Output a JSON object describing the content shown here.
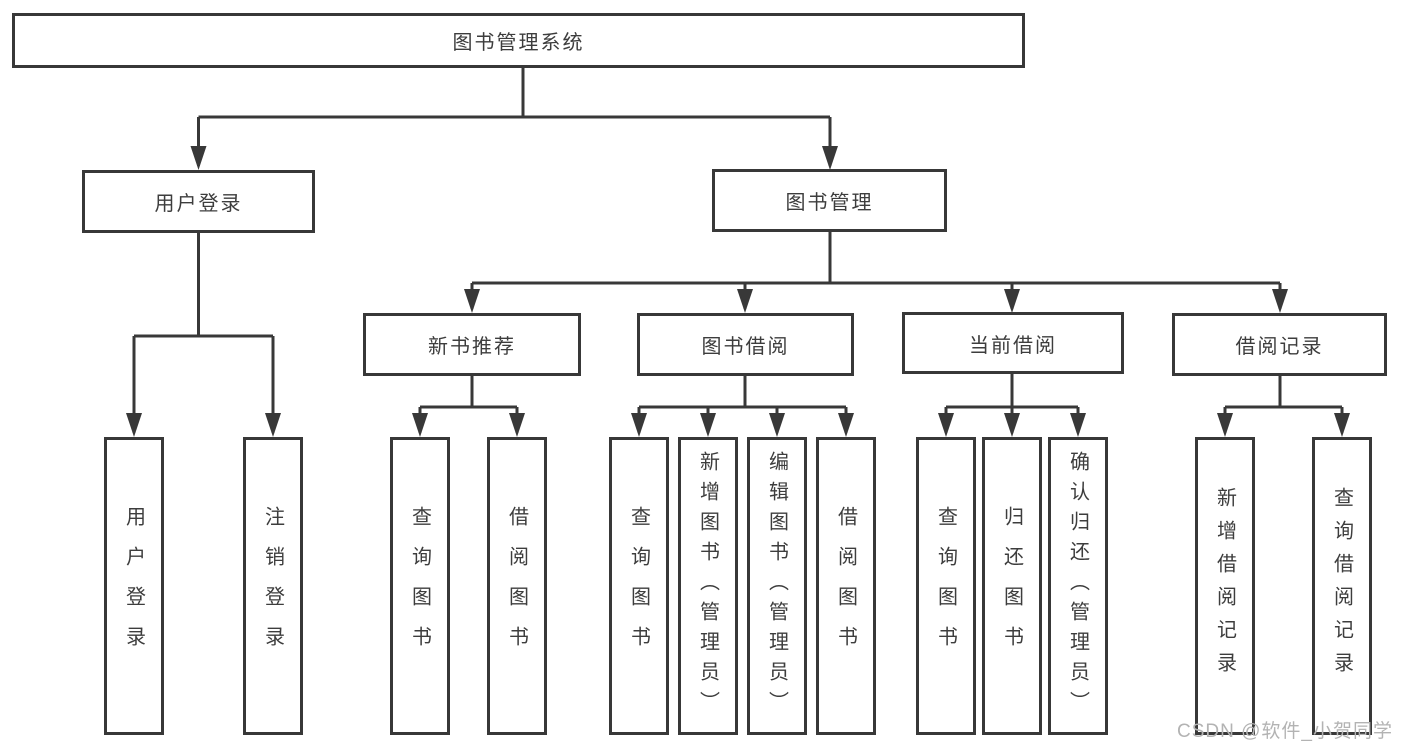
{
  "diagram": {
    "root": {
      "label": "图书管理系统"
    },
    "branches": [
      {
        "label": "用户登录",
        "children": [
          {
            "label": "用户登录"
          },
          {
            "label": "注销登录"
          }
        ]
      },
      {
        "label": "图书管理",
        "children": [
          {
            "label": "新书推荐",
            "children": [
              {
                "label": "查询图书"
              },
              {
                "label": "借阅图书"
              }
            ]
          },
          {
            "label": "图书借阅",
            "children": [
              {
                "label": "查询图书"
              },
              {
                "label": "新增图书（管理员）"
              },
              {
                "label": "编辑图书（管理员）"
              },
              {
                "label": "借阅图书"
              }
            ]
          },
          {
            "label": "当前借阅",
            "children": [
              {
                "label": "查询图书"
              },
              {
                "label": "归还图书"
              },
              {
                "label": "确认归还（管理员）"
              }
            ]
          },
          {
            "label": "借阅记录",
            "children": [
              {
                "label": "新增借阅记录"
              },
              {
                "label": "查询借阅记录"
              }
            ]
          }
        ]
      }
    ]
  },
  "watermark": {
    "text": "CSDN @软件_小贺同学"
  },
  "colors": {
    "line": "#383838",
    "text": "#3d3d3d",
    "background": "#ffffff",
    "watermark": "#b3b3b3"
  }
}
